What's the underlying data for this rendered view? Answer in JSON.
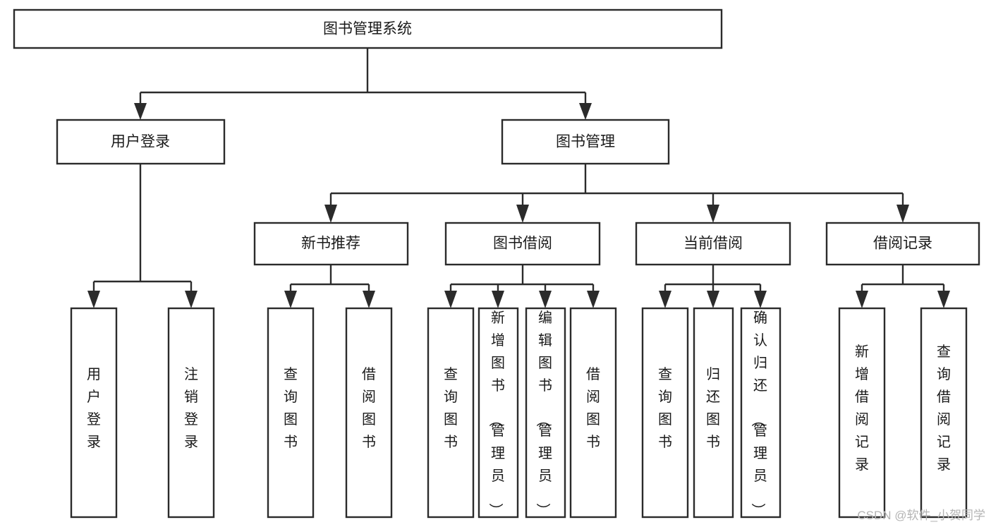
{
  "diagram": {
    "type": "tree",
    "title": "图书管理系统",
    "root": {
      "id": "root",
      "label": "图书管理系统",
      "orientation": "horizontal"
    },
    "level2": [
      {
        "id": "user-login",
        "label": "用户登录",
        "orientation": "horizontal"
      },
      {
        "id": "book-management",
        "label": "图书管理",
        "orientation": "horizontal"
      }
    ],
    "level3": [
      {
        "id": "new-book-recommend",
        "label": "新书推荐",
        "orientation": "horizontal",
        "parent": "book-management"
      },
      {
        "id": "book-borrow",
        "label": "图书借阅",
        "orientation": "horizontal",
        "parent": "book-management"
      },
      {
        "id": "current-borrow",
        "label": "当前借阅",
        "orientation": "horizontal",
        "parent": "book-management"
      },
      {
        "id": "borrow-record",
        "label": "借阅记录",
        "orientation": "horizontal",
        "parent": "book-management"
      }
    ],
    "leaves": [
      {
        "id": "leaf-user-login",
        "label": "用户登录",
        "parent": "user-login",
        "orientation": "vertical"
      },
      {
        "id": "leaf-logout",
        "label": "注销登录",
        "parent": "user-login",
        "orientation": "vertical"
      },
      {
        "id": "leaf-query-books-1",
        "label": "查询图书",
        "parent": "new-book-recommend",
        "orientation": "vertical"
      },
      {
        "id": "leaf-borrow-books-1",
        "label": "借阅图书",
        "parent": "new-book-recommend",
        "orientation": "vertical"
      },
      {
        "id": "leaf-query-books-2",
        "label": "查询图书",
        "parent": "book-borrow",
        "orientation": "vertical"
      },
      {
        "id": "leaf-add-book",
        "label": "新增图书（管理员）",
        "parent": "book-borrow",
        "orientation": "vertical"
      },
      {
        "id": "leaf-edit-book",
        "label": "编辑图书（管理员）",
        "parent": "book-borrow",
        "orientation": "vertical"
      },
      {
        "id": "leaf-borrow-books-2",
        "label": "借阅图书",
        "parent": "book-borrow",
        "orientation": "vertical"
      },
      {
        "id": "leaf-query-books-3",
        "label": "查询图书",
        "parent": "current-borrow",
        "orientation": "vertical"
      },
      {
        "id": "leaf-return-books",
        "label": "归还图书",
        "parent": "current-borrow",
        "orientation": "vertical"
      },
      {
        "id": "leaf-confirm-return",
        "label": "确认归还（管理员）",
        "parent": "current-borrow",
        "orientation": "vertical"
      },
      {
        "id": "leaf-add-record",
        "label": "新增借阅记录",
        "parent": "borrow-record",
        "orientation": "vertical"
      },
      {
        "id": "leaf-query-record",
        "label": "查询借阅记录",
        "parent": "borrow-record",
        "orientation": "vertical"
      }
    ],
    "colors": {
      "stroke": "#2b2b2b",
      "fill": "#ffffff",
      "text": "#1a1a1a",
      "watermark": "#b4b4b4",
      "background": "#ffffff"
    }
  },
  "watermark": {
    "label": "CSDN @软件_小贺同学"
  }
}
